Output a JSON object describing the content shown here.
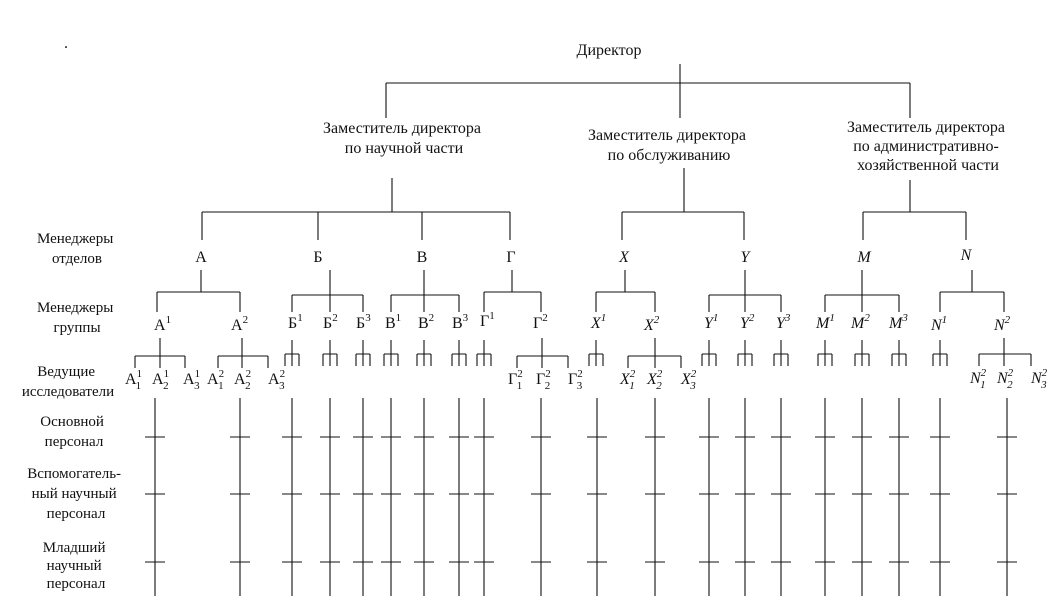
{
  "stray_mark": ".",
  "director": "Директор",
  "deputies": [
    {
      "lines": [
        "Заместитель директора",
        "по научной части"
      ]
    },
    {
      "lines": [
        "Заместитель директора",
        "по обслуживанию"
      ]
    },
    {
      "lines": [
        "Заместитель директора",
        "по административно-",
        "хозяйственной части"
      ]
    }
  ],
  "row_labels": {
    "departments": [
      "Менеджеры",
      "отделов"
    ],
    "groups": [
      "Менеджеры",
      "группы"
    ],
    "leads": [
      "Ведущие",
      "исследователи"
    ],
    "main_staff": [
      "Основной",
      "персонал"
    ],
    "aux_staff": [
      "Вспомогатель-",
      "ный научный",
      "персонал"
    ],
    "junior_staff": [
      "Младший",
      "научный",
      "персонал"
    ]
  },
  "departments": [
    {
      "label": "А",
      "italic": false
    },
    {
      "label": "Б",
      "italic": false
    },
    {
      "label": "В",
      "italic": false
    },
    {
      "label": "Г",
      "italic": false
    },
    {
      "label": "X",
      "italic": true
    },
    {
      "label": "Y",
      "italic": true
    },
    {
      "label": "M",
      "italic": true
    },
    {
      "label": "N",
      "italic": true
    }
  ],
  "groups": [
    {
      "base": "А",
      "sup": "1",
      "italic": false
    },
    {
      "base": "А",
      "sup": "2",
      "italic": false
    },
    {
      "base": "Б",
      "sup": "1",
      "italic": false
    },
    {
      "base": "Б",
      "sup": "2",
      "italic": false
    },
    {
      "base": "Б",
      "sup": "3",
      "italic": false
    },
    {
      "base": "В",
      "sup": "1",
      "italic": false
    },
    {
      "base": "В",
      "sup": "2",
      "italic": false
    },
    {
      "base": "В",
      "sup": "3",
      "italic": false
    },
    {
      "base": "Г",
      "sup": "1",
      "italic": false
    },
    {
      "base": "Г",
      "sup": "2",
      "italic": false
    },
    {
      "base": "X",
      "sup": "1",
      "italic": true
    },
    {
      "base": "X",
      "sup": "2",
      "italic": true
    },
    {
      "base": "Y",
      "sup": "1",
      "italic": true
    },
    {
      "base": "Y",
      "sup": "2",
      "italic": true
    },
    {
      "base": "Y",
      "sup": "3",
      "italic": true
    },
    {
      "base": "M",
      "sup": "1",
      "italic": true
    },
    {
      "base": "M",
      "sup": "2",
      "italic": true
    },
    {
      "base": "M",
      "sup": "3",
      "italic": true
    },
    {
      "base": "N",
      "sup": "1",
      "italic": true
    },
    {
      "base": "N",
      "sup": "2",
      "italic": true
    }
  ],
  "leads": [
    {
      "base": "А",
      "sup": "1",
      "sub": "1",
      "italic": false
    },
    {
      "base": "А",
      "sup": "1",
      "sub": "2",
      "italic": false
    },
    {
      "base": "А",
      "sup": "1",
      "sub": "3",
      "italic": false
    },
    {
      "base": "А",
      "sup": "2",
      "sub": "1",
      "italic": false
    },
    {
      "base": "А",
      "sup": "2",
      "sub": "2",
      "italic": false
    },
    {
      "base": "А",
      "sup": "2",
      "sub": "3",
      "italic": false
    },
    {
      "base": "Г",
      "sup": "2",
      "sub": "1",
      "italic": false
    },
    {
      "base": "Г",
      "sup": "2",
      "sub": "2",
      "italic": false
    },
    {
      "base": "Г",
      "sup": "2",
      "sub": "3",
      "italic": false
    },
    {
      "base": "X",
      "sup": "2",
      "sub": "1",
      "italic": true
    },
    {
      "base": "X",
      "sup": "2",
      "sub": "2",
      "italic": true
    },
    {
      "base": "X",
      "sup": "2",
      "sub": "3",
      "italic": true
    },
    {
      "base": "N",
      "sup": "2",
      "sub": "1",
      "italic": true
    },
    {
      "base": "N",
      "sup": "2",
      "sub": "2",
      "italic": true
    },
    {
      "base": "N",
      "sup": "2",
      "sub": "3",
      "italic": true
    }
  ]
}
